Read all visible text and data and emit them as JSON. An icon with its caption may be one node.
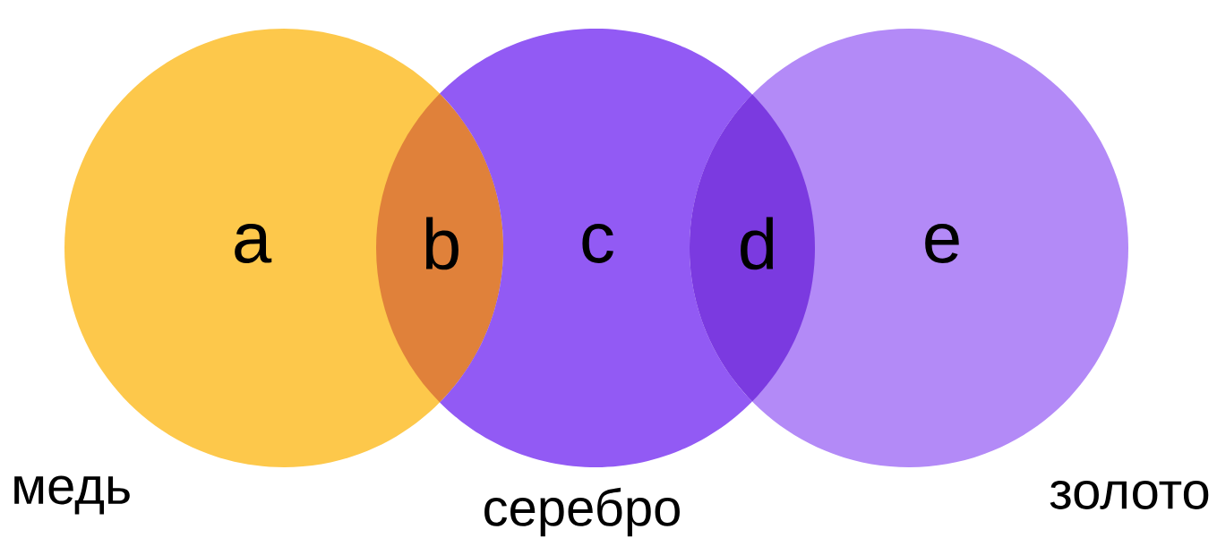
{
  "diagram": {
    "nodes": [
      {
        "text": [
          "медь"
        ]
      },
      {
        "text": [
          "серебро"
        ]
      },
      {
        "text": [
          "золото"
        ]
      }
    ],
    "labels": [
      "a",
      "b",
      "c",
      "d",
      "e"
    ]
  }
}
